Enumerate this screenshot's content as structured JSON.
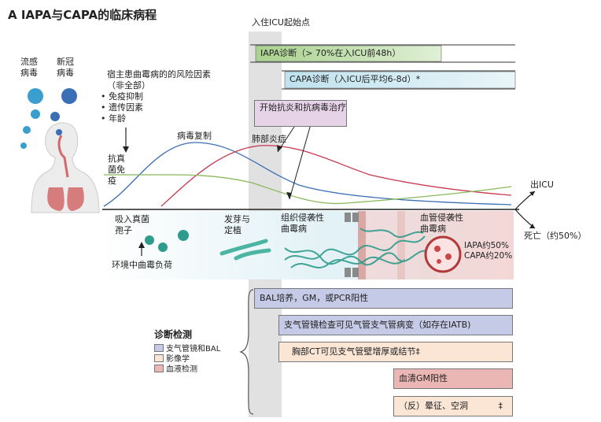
{
  "figure": {
    "title": "A  IAPA与CAPA的临床病程"
  },
  "labels": {
    "flu": "流感病毒",
    "covid": "新冠病毒",
    "icu_start": "入住ICU起始点",
    "risk_title": "宿主患曲霉病的的风险因素",
    "risk_sub": "（非全部）",
    "risk_items": [
      "免疫抑制",
      "遗传因素",
      "年龄"
    ],
    "antifungal": "抗真菌免疫",
    "viral_rep": "病毒复制",
    "pneumonia": "肺部炎症",
    "start_treatment": "开始抗炎和抗病毒治疗",
    "icu_out": "出ICU",
    "death": "死亡（约50%）",
    "inhale": "吸入真菌孢子",
    "env": "环境中曲霉负荷",
    "germ": "发芽与定植",
    "tissue": "组织侵袭性曲霉病",
    "vascular": "血管侵袭性曲霉病",
    "mortality": "IAPA约50%\nCAPA约20%"
  },
  "top_boxes": {
    "iapa": "IAPA诊断（> 70%在入ICU前48h）",
    "capa": "CAPA诊断（入ICU后平均6-8d）*"
  },
  "diagnostics": {
    "title": "诊断检测",
    "legend": [
      {
        "label": "支气管镜和BAL",
        "color": "#c5cbe6"
      },
      {
        "label": "影像学",
        "color": "#fbe6d6"
      },
      {
        "label": "血液检测",
        "color": "#eab7b4"
      }
    ],
    "tests": [
      {
        "label": "BAL培养，GM，或PCR阳性"
      },
      {
        "label": "支气管镜检查可见气管支气管病变（如存在IATB)"
      },
      {
        "label": "胸部CT可见支气管壁增厚或结节‡"
      },
      {
        "label": "血清GM阳性"
      },
      {
        "label": "（反）晕征、空洞"
      }
    ],
    "dagger": "‡"
  },
  "colors": {
    "viral": "#3a6fb6",
    "inflammation": "#c9344f",
    "antifungal": "#8ab85a",
    "iapa_fill": "#b7d9a0",
    "capa_fill": "#c8e3ee",
    "treatment_fill": "#e7d3e8",
    "fungus": "#2f9b8c",
    "icu_band": "#d9d9d9"
  }
}
